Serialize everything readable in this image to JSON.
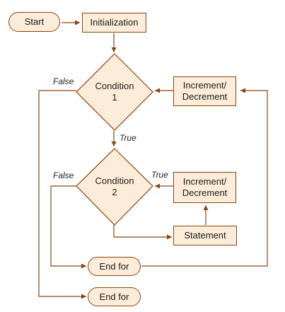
{
  "nodes": {
    "start": "Start",
    "initialization": "Initialization",
    "condition1": "Condition\n1",
    "increment1": "Increment/\nDecrement",
    "condition2": "Condition\n2",
    "increment2": "Increment/\nDecrement",
    "statement": "Statement",
    "end_for_inner": "End for",
    "end_for_outer": "End for"
  },
  "edge_labels": {
    "false_outer": "False",
    "true_outer": "True",
    "false_inner": "False",
    "true_inner": "True"
  },
  "colors": {
    "fill": "#fcecd9",
    "stroke": "#8b4513"
  }
}
